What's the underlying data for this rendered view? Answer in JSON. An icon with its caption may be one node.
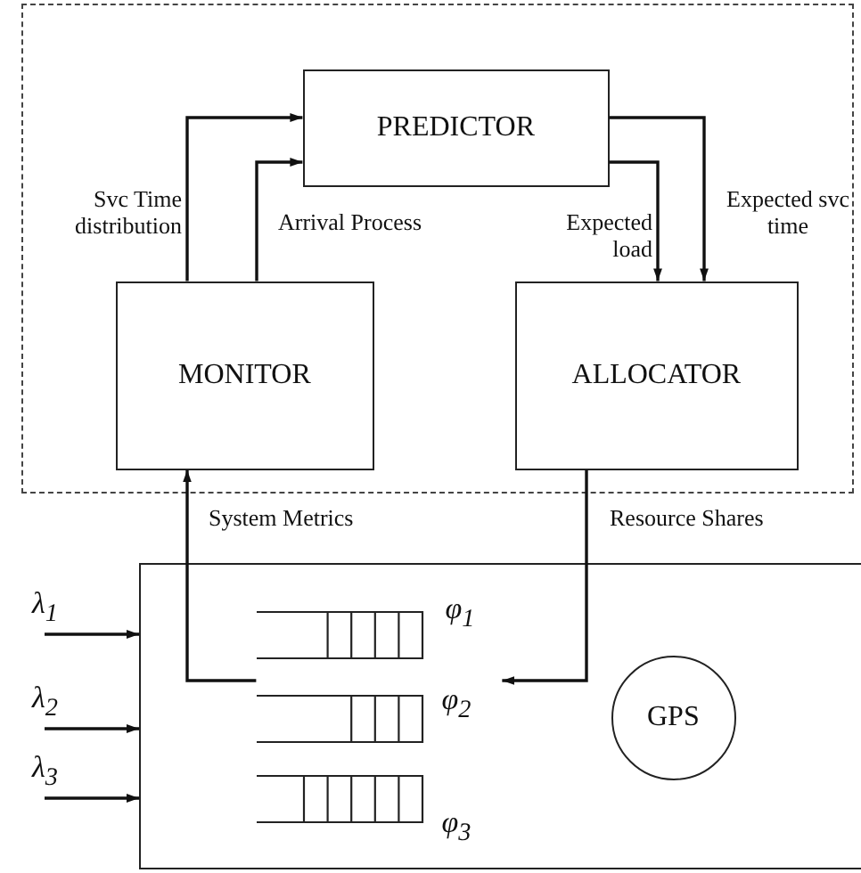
{
  "diagram": {
    "nodes": [
      {
        "text": [],
        "shape": "box"
      },
      {
        "text": [
          "PREDICTOR"
        ],
        "in": 0
      },
      {
        "text": [
          "MONITOR"
        ],
        "in": 0
      },
      {
        "text": [
          "ALLOCATOR"
        ],
        "in": 0
      },
      {
        "text": [],
        "shape": "box"
      },
      {
        "text": [
          "φ$_{1}$"
        ],
        "in": 4
      },
      {
        "text": [
          "φ$_{2}$"
        ],
        "in": 4
      },
      {
        "text": [
          "φ$_{3}$"
        ],
        "in": 4
      },
      {
        "text": [
          "GPS"
        ],
        "in": 4
      },
      {
        "text": [
          "λ$_{1}$"
        ]
      },
      {
        "text": [
          "λ$_{2}$"
        ]
      },
      {
        "text": [
          "λ$_{3}$"
        ]
      }
    ],
    "edges": [
      {
        "from": 2,
        "to": 1,
        "arrow": "to",
        "label": "Svc Time distribution"
      },
      {
        "from": 2,
        "to": 1,
        "arrow": "to",
        "label": "Arrival Process"
      },
      {
        "from": 1,
        "to": 3,
        "arrow": "to",
        "label": "Expected load"
      },
      {
        "from": 1,
        "to": 3,
        "arrow": "to",
        "label": "Expected svc time"
      },
      {
        "from": 6,
        "to": 2,
        "arrow": "to",
        "label": "System Metrics"
      },
      {
        "from": 3,
        "to": 6,
        "arrow": "to",
        "label": "Resource Shares"
      },
      {
        "from": 9,
        "to": 4,
        "arrow": "to"
      },
      {
        "from": 10,
        "to": 4,
        "arrow": "to"
      },
      {
        "from": 11,
        "to": 4,
        "arrow": "to"
      }
    ]
  }
}
